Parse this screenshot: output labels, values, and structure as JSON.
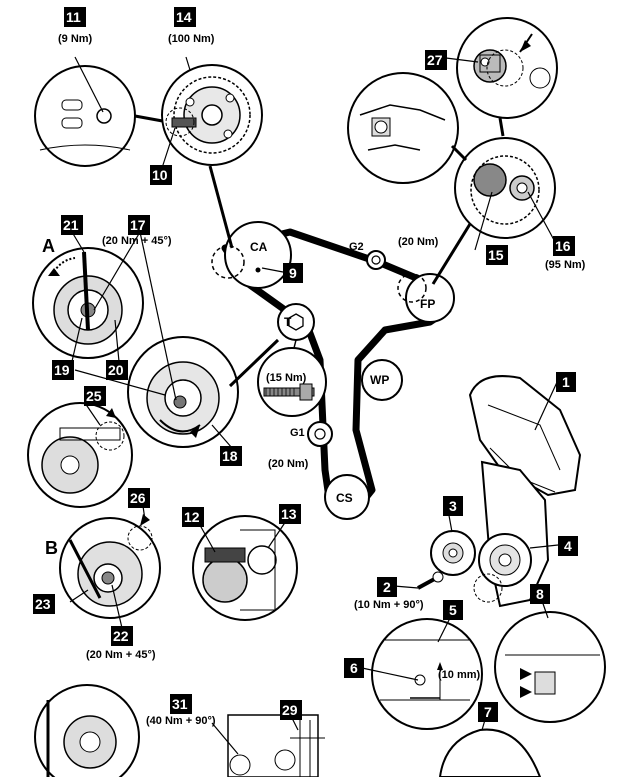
{
  "numbers": {
    "n1": "1",
    "n2": "2",
    "n3": "3",
    "n4": "4",
    "n5": "5",
    "n6": "6",
    "n7": "7",
    "n8": "8",
    "n9": "9",
    "n10": "10",
    "n11": "11",
    "n12": "12",
    "n13": "13",
    "n14": "14",
    "n15": "15",
    "n16": "16",
    "n17": "17",
    "n18": "18",
    "n19": "19",
    "n20": "20",
    "n21": "21",
    "n22": "22",
    "n23": "23",
    "n25": "25",
    "n26": "26",
    "n27": "27",
    "n29": "29",
    "n31": "31"
  },
  "torques": {
    "t11": "(9 Nm)",
    "t14": "(100 Nm)",
    "t17": "(20 Nm + 45°)",
    "tG2": "(20 Nm)",
    "t16": "(95 Nm)",
    "tTensioner": "(15 Nm)",
    "tG1": "(20 Nm)",
    "t2": "(10 Nm + 90°)",
    "t5": "(10 mm)",
    "t22": "(20 Nm + 45°)",
    "t31": "(40 Nm + 90°)"
  },
  "letters": {
    "A": "A",
    "B": "B"
  },
  "pulleys": {
    "ca": "CA",
    "fp": "FP",
    "t": "T",
    "wp": "WP",
    "cs": "CS",
    "g1": "G1",
    "g2": "G2"
  },
  "colors": {
    "ink": "#000000",
    "paper": "#ffffff",
    "shade": "#d9d9d9",
    "grey": "#8a8a8a"
  }
}
